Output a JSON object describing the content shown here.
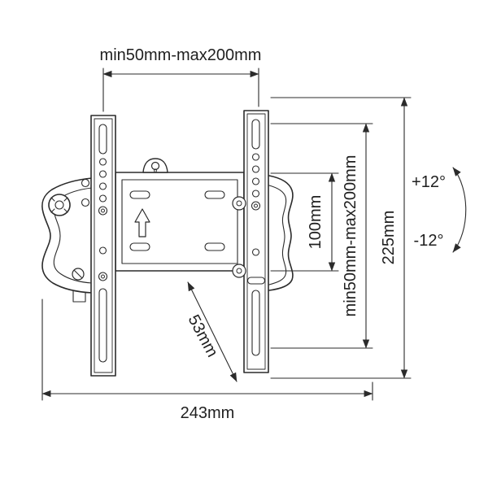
{
  "colors": {
    "background": "#ffffff",
    "line": "#2b2b2b",
    "text": "#1f1f1f"
  },
  "diagram": {
    "dimensions": {
      "top_width": "min50mm-max200mm",
      "vesa_vertical": "100mm",
      "vertical_range": "min50mm-max200mm",
      "overall_height": "225mm",
      "tilt_up": "+12°",
      "tilt_down": "-12°",
      "depth": "53mm",
      "overall_width": "243mm"
    }
  }
}
